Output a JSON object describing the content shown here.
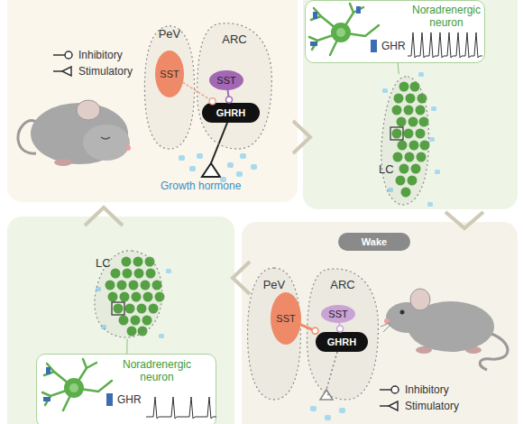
{
  "diagram": {
    "nodes": [
      {
        "text": [
          "PeV"
        ]
      },
      {
        "text": [
          "SST"
        ],
        "in": 0
      },
      {
        "text": [
          "ARC"
        ]
      },
      {
        "text": [
          "SST"
        ],
        "in": 2
      },
      {
        "text": [
          "GHRH"
        ],
        "in": 2
      },
      {
        "text": [
          "Noradrenergic neuron"
        ]
      },
      {
        "text": [
          "LC"
        ]
      },
      {
        "text": [
          "Wake"
        ]
      },
      {
        "text": [
          "PeV"
        ]
      },
      {
        "text": [
          "SST"
        ],
        "in": 8
      },
      {
        "text": [
          "ARC"
        ]
      },
      {
        "text": [
          "SST"
        ],
        "in": 10
      },
      {
        "text": [
          "GHRH"
        ],
        "in": 10
      },
      {
        "text": [
          "LC"
        ]
      },
      {
        "text": [
          "Noradrenergic neuron"
        ]
      }
    ],
    "edges": [
      {
        "from": 3,
        "to": 4,
        "arrow": "to"
      },
      {
        "from": 1,
        "to": 4,
        "arrow": "to"
      },
      {
        "from": 6,
        "to": 5,
        "arrow": "none"
      },
      {
        "from": 11,
        "to": 12,
        "arrow": "to"
      },
      {
        "from": 9,
        "to": 12,
        "arrow": "to"
      },
      {
        "from": 13,
        "to": 14,
        "arrow": "none"
      }
    ],
    "labels": [
      "Growth hormone"
    ],
    "legend": [
      {
        "text": "Inhibitory"
      },
      {
        "text": "Stimulatory"
      },
      {
        "text": "GHR",
        "color": "#3b6db3"
      },
      {
        "text": "Inhibitory"
      },
      {
        "text": "Stimulatory"
      },
      {
        "text": "GHR",
        "color": "#3b6db3"
      }
    ]
  }
}
